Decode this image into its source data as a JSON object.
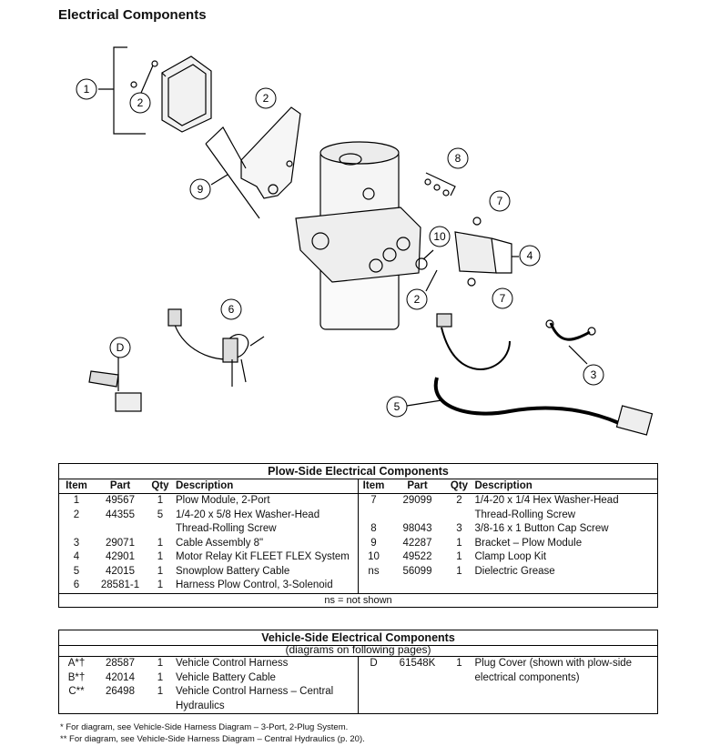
{
  "page": {
    "title": "Electrical Components"
  },
  "callouts": {
    "module": "1",
    "screw_a": "2",
    "screw_b": "2",
    "screw_c": "2",
    "bracket": "9",
    "button_screw": "8",
    "clamp_loop": "10",
    "washer_top": "7",
    "washer_bottom": "7",
    "relay_kit": "4",
    "harness_3sol": "6",
    "plug_cover": "D",
    "battery_cable": "3",
    "cable_assembly": "5"
  },
  "plow_table": {
    "title": "Plow-Side Electrical Components",
    "headers": {
      "item": "Item",
      "part": "Part",
      "qty": "Qty",
      "desc": "Description"
    },
    "left_rows": [
      {
        "item": "1",
        "part": "49567",
        "qty": "1",
        "desc": "Plow Module, 2-Port"
      },
      {
        "item": "2",
        "part": "44355",
        "qty": "5",
        "desc": "1/4-20 x 5/8 Hex Washer-Head Thread-Rolling Screw"
      },
      {
        "item": "3",
        "part": "29071",
        "qty": "1",
        "desc": "Cable Assembly 8\""
      },
      {
        "item": "4",
        "part": "42901",
        "qty": "1",
        "desc": "Motor Relay Kit FLEET FLEX System"
      },
      {
        "item": "5",
        "part": "42015",
        "qty": "1",
        "desc": "Snowplow Battery Cable"
      },
      {
        "item": "6",
        "part": "28581-1",
        "qty": "1",
        "desc": "Harness Plow Control, 3-Solenoid"
      }
    ],
    "right_rows": [
      {
        "item": "7",
        "part": "29099",
        "qty": "2",
        "desc": "1/4-20 x 1/4 Hex Washer-Head Thread-Rolling Screw"
      },
      {
        "item": "8",
        "part": "98043",
        "qty": "3",
        "desc": "3/8-16 x 1 Button Cap Screw"
      },
      {
        "item": "9",
        "part": "42287",
        "qty": "1",
        "desc": "Bracket – Plow Module"
      },
      {
        "item": "10",
        "part": "49522",
        "qty": "1",
        "desc": "Clamp Loop Kit"
      },
      {
        "item": "ns",
        "part": "56099",
        "qty": "1",
        "desc": "Dielectric Grease"
      }
    ],
    "note": "ns = not shown"
  },
  "vehicle_table": {
    "title": "Vehicle-Side Electrical Components",
    "subtitle": "(diagrams on following pages)",
    "left_rows": [
      {
        "item": "A*†",
        "part": "28587",
        "qty": "1",
        "desc": "Vehicle Control Harness"
      },
      {
        "item": "B*†",
        "part": "42014",
        "qty": "1",
        "desc": "Vehicle Battery Cable"
      },
      {
        "item": "C**",
        "part": "26498",
        "qty": "1",
        "desc": "Vehicle Control Harness – Central Hydraulics"
      }
    ],
    "right_rows": [
      {
        "item": "D",
        "part": "61548K",
        "qty": "1",
        "desc": "Plug Cover (shown with plow-side electrical components)"
      }
    ]
  },
  "footnotes": {
    "single": "*  For diagram, see Vehicle-Side Harness Diagram – 3-Port, 2-Plug System.",
    "double": "** For diagram, see Vehicle-Side Harness Diagram – Central Hydraulics (p. 20)."
  }
}
